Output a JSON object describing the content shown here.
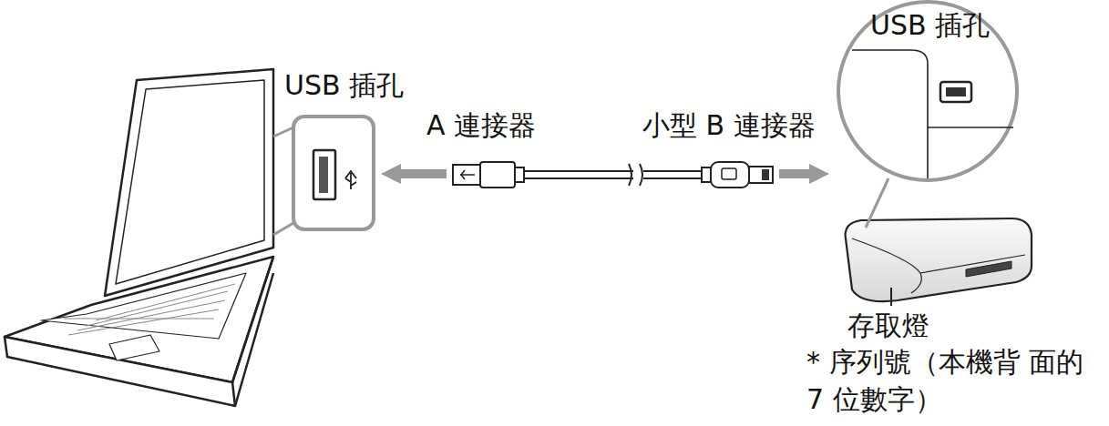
{
  "diagram": {
    "labels": [
      "USB 插孔",
      "A 連接器",
      "小型 B 連接器",
      "USB 插孔",
      "存取燈",
      "* 序列號（本機背 面的 7 位數字）"
    ]
  }
}
